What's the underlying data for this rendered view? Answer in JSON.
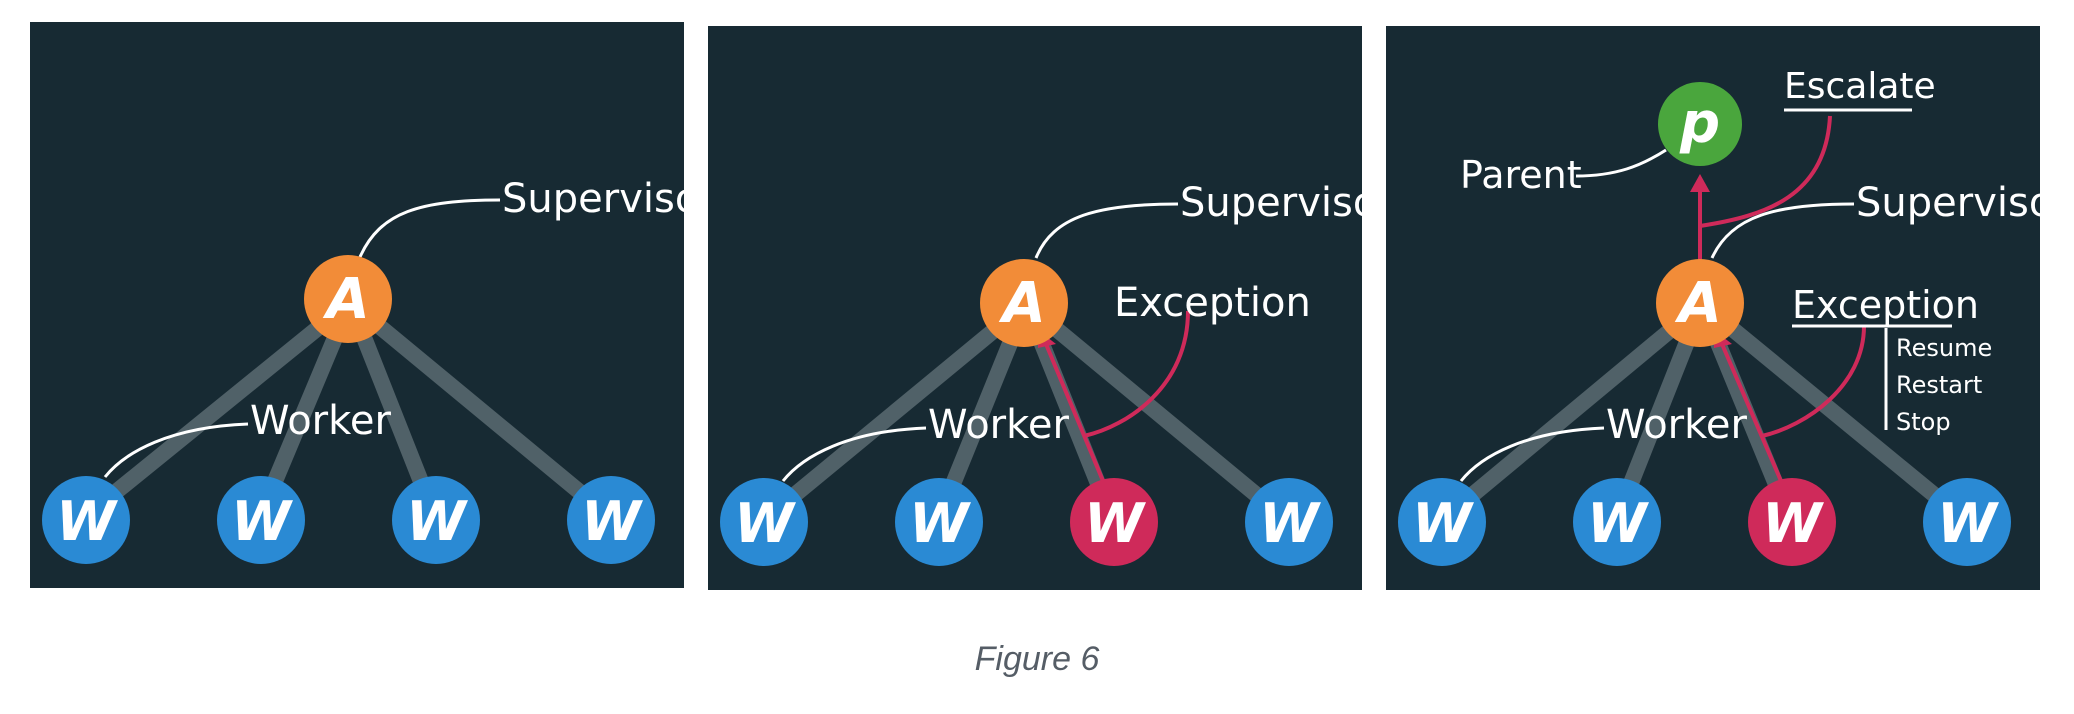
{
  "caption": "Figure 6",
  "colors": {
    "panel_bg": "#172a33",
    "worker": "#2a8ad4",
    "supervisor": "#f28c38",
    "failed_worker": "#cf2a5a",
    "parent": "#4aa63d",
    "exception_arrow": "#cf2a5a"
  },
  "nodes": {
    "supervisor_letter": "A",
    "worker_letter": "W",
    "parent_letter": "p"
  },
  "labels": {
    "supervisor": "Supervisor",
    "worker": "Worker",
    "exception": "Exception",
    "parent": "Parent",
    "escalate": "Escalate",
    "options": [
      "Resume",
      "Restart",
      "Stop"
    ]
  }
}
